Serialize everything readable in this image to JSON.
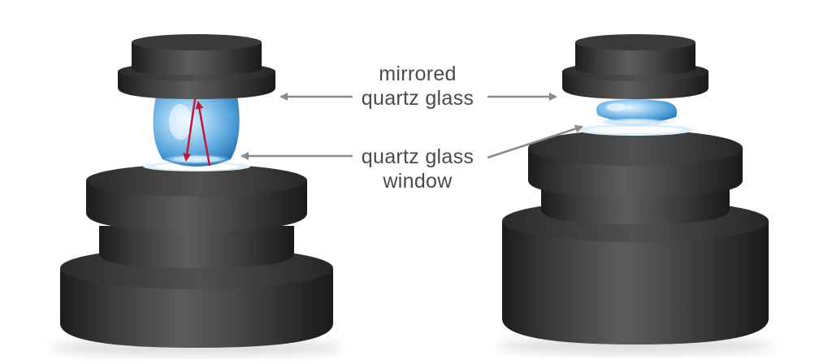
{
  "labels": {
    "mirrored_line1": "mirrored",
    "mirrored_line2": "quartz glass",
    "window_line1": "quartz glass",
    "window_line2": "window"
  },
  "colors": {
    "body_dark": "#2b2b2b",
    "body_mid": "#4a4a4a",
    "body_light": "#6e6e6e",
    "droplet": "#6fb3e6",
    "ray": "#c0183c",
    "arrow": "#8a8a8a",
    "text": "#4a4a4a"
  }
}
